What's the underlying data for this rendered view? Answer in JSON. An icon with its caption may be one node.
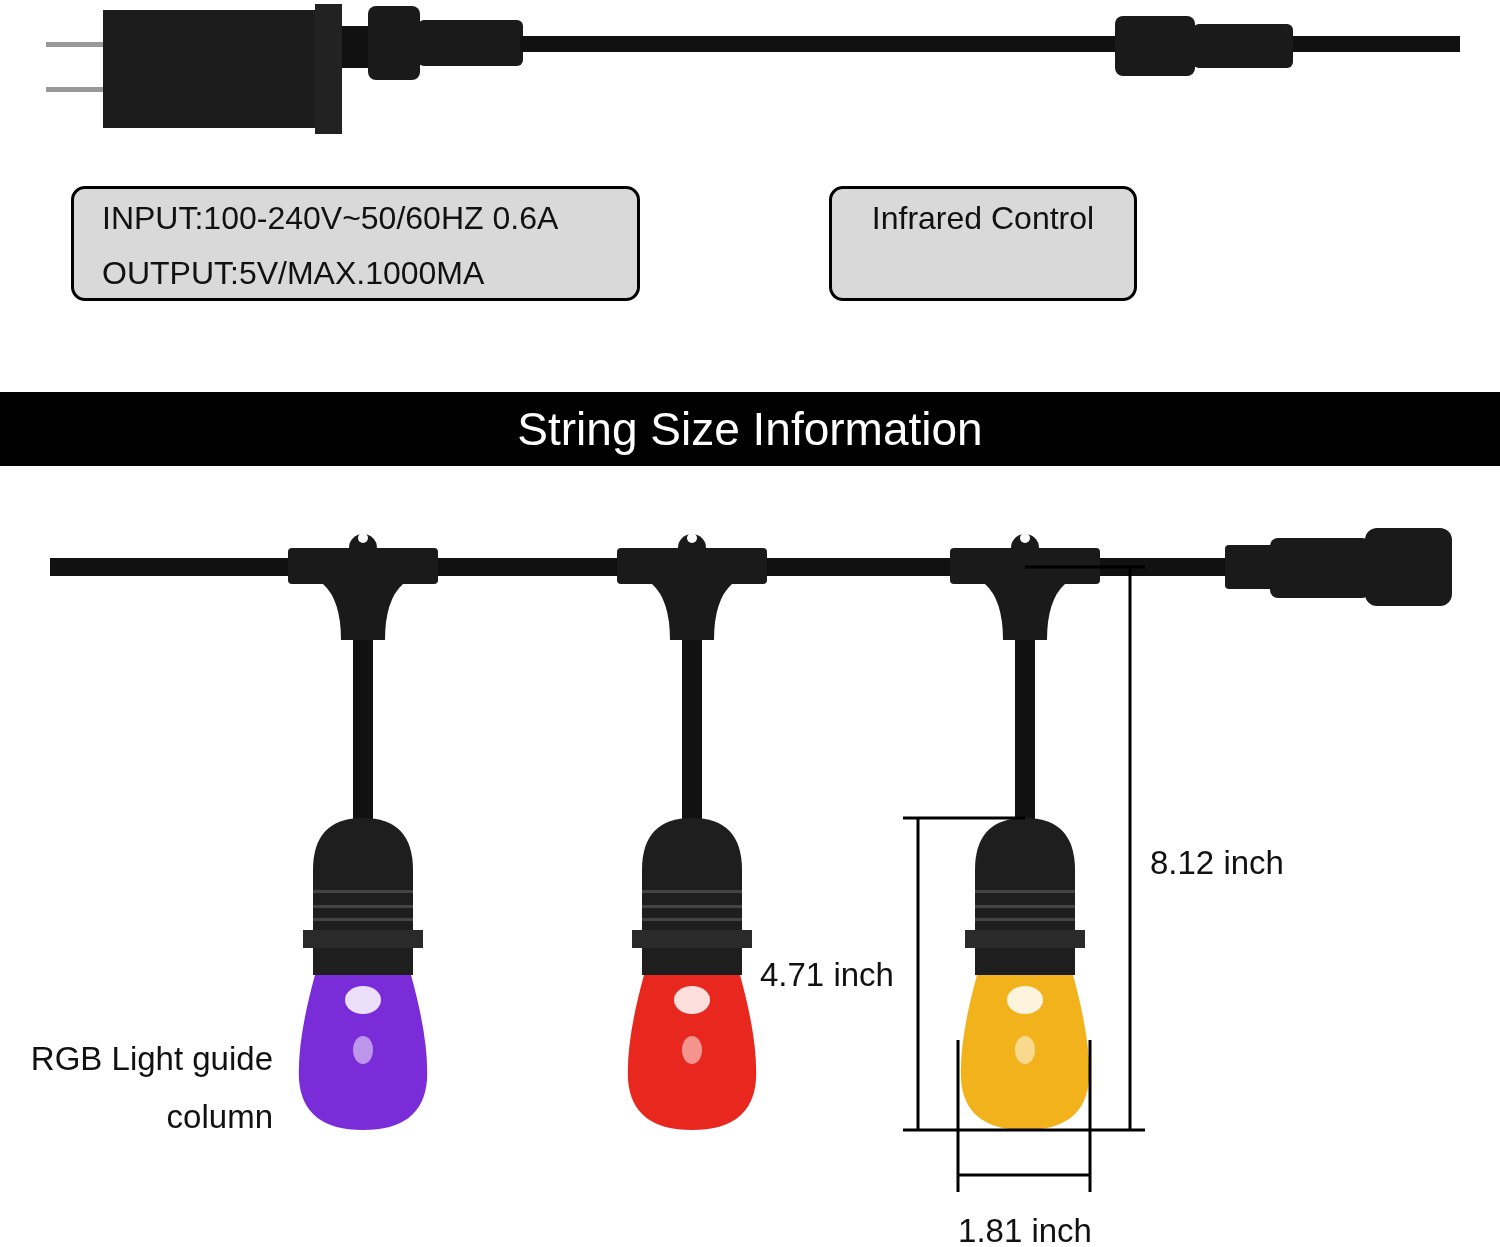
{
  "diagram": {
    "title": "String Size Information",
    "nodes": [
      {
        "text": [
          "INPUT:100-240V~50/60HZ 0.6A",
          "OUTPUT:5V/MAX.1000MA"
        ]
      },
      {
        "text": [
          "Infrared Control"
        ]
      }
    ],
    "labels": [
      "RGB Light guide column",
      "4.71 inch",
      "8.12 inch",
      "1.81 inch"
    ]
  }
}
